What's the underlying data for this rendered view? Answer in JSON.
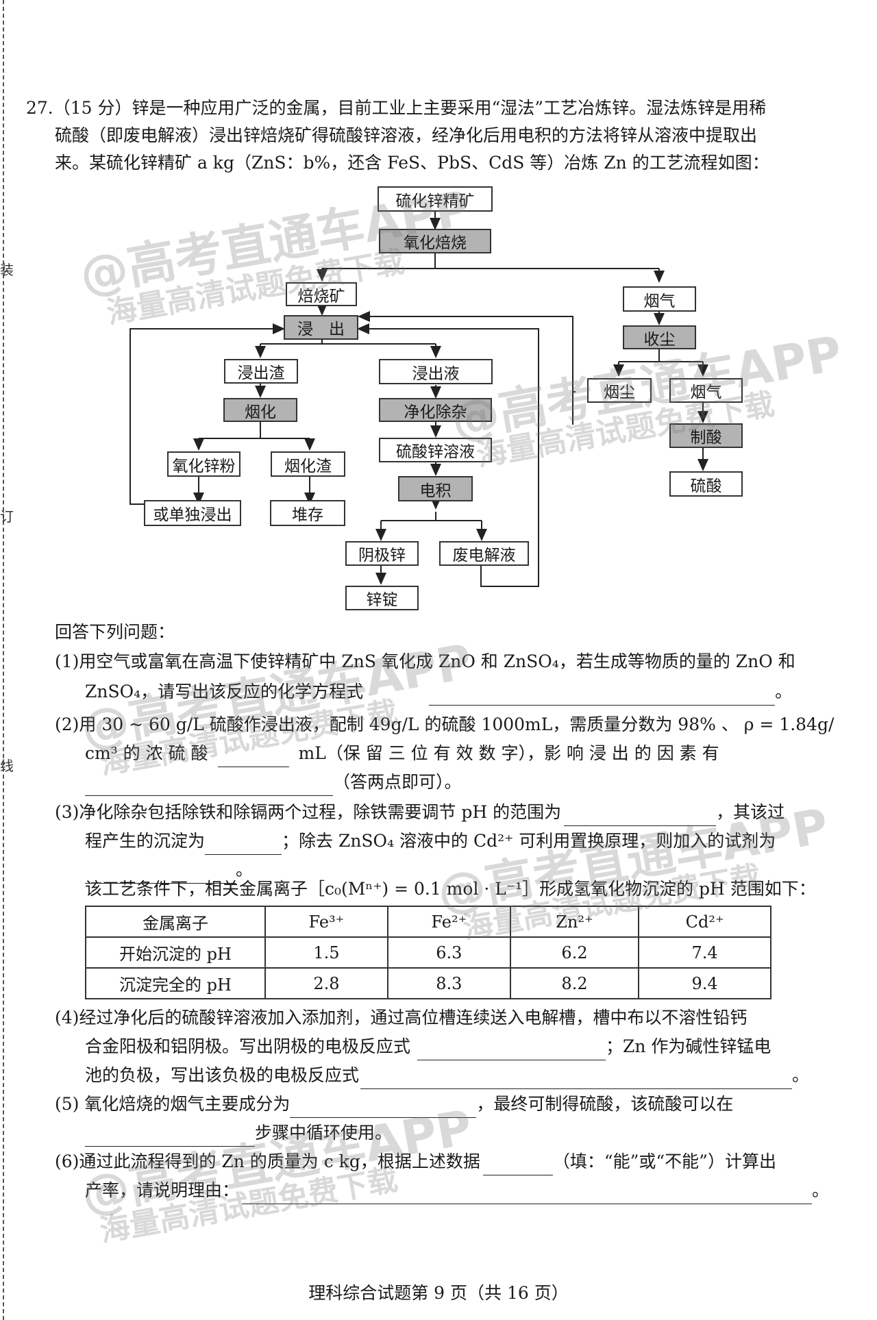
{
  "margin_chars": [
    "装",
    "订",
    "线"
  ],
  "question": {
    "header_lines": [
      "27.（15 分）锌是一种应用广泛的金属，目前工业上主要采用“湿法”工艺冶炼锌。湿法炼锌是用稀",
      "硫酸（即废电解液）浸出锌焙烧矿得硫酸锌溶液，经净化后用电积的方法将锌从溶液中提取出",
      "来。某硫化锌精矿 a kg（ZnS：b%，还含 FeS、PbS、CdS 等）冶炼 Zn 的工艺流程如图："
    ]
  },
  "flow": {
    "concentrate": "硫化锌精矿",
    "roasting": "氧化焙烧",
    "calcine": "焙烧矿",
    "leaching": "浸　出",
    "leach_residue": "浸出渣",
    "leachate": "浸出液",
    "fuming": "烟化",
    "purification": "净化除杂",
    "zinc_oxide_powder": "氧化锌粉",
    "fuming_slag": "烟化渣",
    "zinc_sulfate_solution": "硫酸锌溶液",
    "or_separate_leach": "或单独浸出",
    "stockpile": "堆存",
    "electrowinning": "电积",
    "cathode_zinc": "阴极锌",
    "spent_electrolyte": "废电解液",
    "zinc_ingot": "锌锭",
    "flue_gas": "烟气",
    "dust_collection": "收尘",
    "dust": "烟尘",
    "flue_gas_2": "烟气",
    "acid_making": "制酸",
    "sulfuric_acid": "硫酸"
  },
  "answer_intro": "回答下列问题：",
  "q1": {
    "line1": "(1)用空气或富氧在高温下使锌精矿中 ZnS 氧化成 ZnO 和 ZnSO₄，若生成等物质的量的 ZnO 和",
    "line2": "ZnSO₄，请写出该反应的化学方程式",
    "end": "。"
  },
  "q2": {
    "line1": "(2)用 30 ~ 60 g/L 硫酸作浸出液，配制 49g/L 的硫酸 1000mL，需质量分数为 98% 、 ρ = 1.84g/",
    "line2a": "cm³ 的 浓 硫 酸",
    "line2b": "mL（保 留 三 位 有 效 数 字），影 响 浸 出 的 因 素 有",
    "line3": "（答两点即可）。"
  },
  "q3": {
    "line1a": "(3)净化除杂包括除铁和除镉两个过程，除铁需要调节 pH 的范围为",
    "line1b": "，其该过",
    "line2a": "程产生的沉淀为",
    "line2b": "；除去 ZnSO₄ 溶液中的 Cd²⁺ 可利用置换原理，则加入的试剂为",
    "line3": "。",
    "table_intro": "该工艺条件下，相关金属离子［c₀(Mⁿ⁺) = 0.1 mol · L⁻¹］形成氢氧化物沉淀的 pH 范围如下："
  },
  "ph_table": {
    "headers": [
      "金属离子",
      "Fe³⁺",
      "Fe²⁺",
      "Zn²⁺",
      "Cd²⁺"
    ],
    "rows": [
      [
        "开始沉淀的 pH",
        "1.5",
        "6.3",
        "6.2",
        "7.4"
      ],
      [
        "沉淀完全的 pH",
        "2.8",
        "8.3",
        "8.2",
        "9.4"
      ]
    ]
  },
  "q4": {
    "line1": "(4)经过净化后的硫酸锌溶液加入添加剂，通过高位槽连续送入电解槽，槽中布以不溶性铅钙",
    "line2a": "合金阳极和铝阴极。写出阴极的电极反应式",
    "line2b": "；Zn 作为碱性锌锰电",
    "line3": "池的负极，写出该负极的电极反应式",
    "end": "。"
  },
  "q5": {
    "line1a": "(5) 氧化焙烧的烟气主要成分为",
    "line1b": "，最终可制得硫酸，该硫酸可以在",
    "line2": "步骤中循环使用。"
  },
  "q6": {
    "line1a": "(6)通过此流程得到的 Zn 的质量为 c kg，根据上述数据",
    "line1b": "（填：“能”或“不能”）计算出",
    "line2": "产率，请说明理由：",
    "end": "。"
  },
  "footer": "理科综合试题第 9 页（共 16 页）",
  "watermarks": {
    "brand": "@高考直通车APP",
    "slogan": "海量高清试题免费下载"
  }
}
